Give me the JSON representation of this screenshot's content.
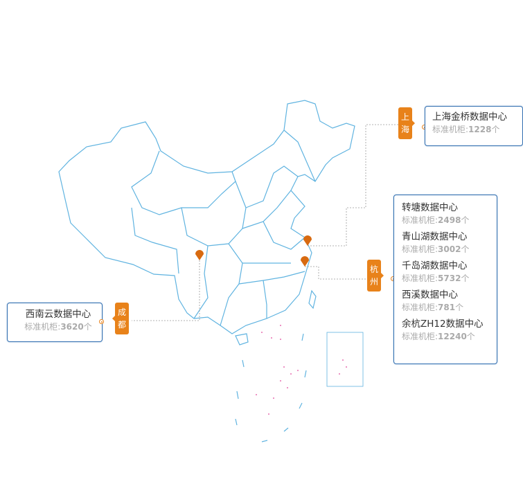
{
  "colors": {
    "accent": "#e8821a",
    "border": "#2f6db0",
    "map": "#5fb3e0"
  },
  "labels": {
    "cabinet_prefix": "标准机柜:",
    "unit": "个"
  },
  "regions": [
    {
      "city": "上海",
      "centers": [
        {
          "name": "上海金桥数据中心",
          "cabinets": "1228"
        }
      ]
    },
    {
      "city": "杭州",
      "centers": [
        {
          "name": "转塘数据中心",
          "cabinets": "2498"
        },
        {
          "name": "青山湖数据中心",
          "cabinets": "3002"
        },
        {
          "name": "千岛湖数据中心",
          "cabinets": "5732"
        },
        {
          "name": "西溪数据中心",
          "cabinets": "781"
        },
        {
          "name": "余杭ZH12数据中心",
          "cabinets": "12240"
        }
      ]
    },
    {
      "city": "成都",
      "centers": [
        {
          "name": "西南云数据中心",
          "cabinets": "3620"
        }
      ]
    }
  ]
}
